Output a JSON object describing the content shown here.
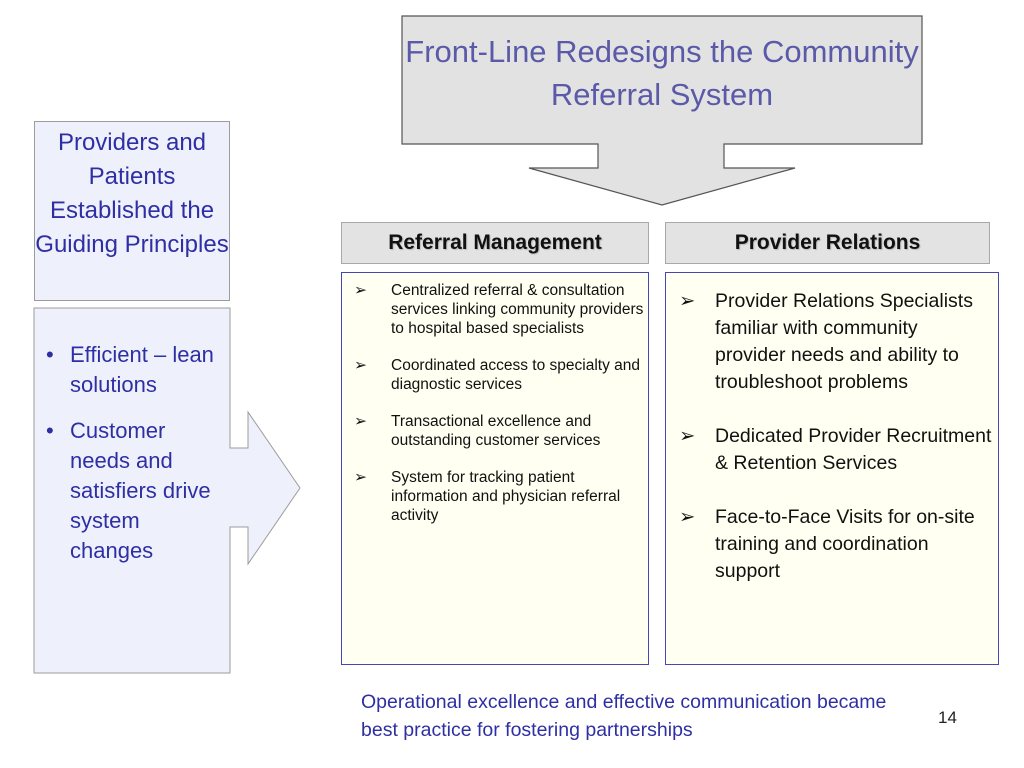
{
  "title": "Front-Line Redesigns the Community Referral System",
  "guiding_principles": {
    "heading": "Providers and Patients Established the Guiding Principles",
    "bullets": [
      "Efficient – lean solutions",
      "Customer needs and satisfiers drive system changes"
    ]
  },
  "referral_management": {
    "heading": "Referral Management",
    "items": [
      "Centralized referral & consultation services linking community providers to hospital based specialists",
      "Coordinated access to specialty and diagnostic services",
      "Transactional excellence and outstanding customer services",
      " System for tracking patient information and physician referral activity"
    ]
  },
  "provider_relations": {
    "heading": "Provider Relations",
    "items": [
      "Provider Relations Specialists familiar with community provider needs and ability to troubleshoot problems",
      "Dedicated Provider Recruitment & Retention Services",
      "Face-to-Face Visits for on-site training and coordination  support"
    ]
  },
  "footer": "Operational excellence and effective communication became best practice for fostering partnerships",
  "page_number": "14",
  "glyphs": {
    "bullet": "•",
    "arrow": "➢"
  },
  "colors": {
    "accent_text": "#2f2fa4",
    "title_text": "#5a5aa8",
    "panel_border": "#4646b6",
    "panel_fill": "#fffff2",
    "header_fill": "#e3e3e3",
    "arrow_fill": "#e2e2e2",
    "light_blue_fill": "#eef0fc"
  }
}
